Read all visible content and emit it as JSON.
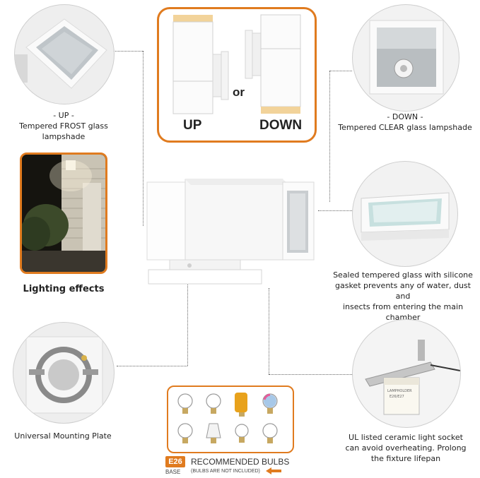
{
  "top_box": {
    "up_label": "UP",
    "or_label": "or",
    "down_label": "DOWN"
  },
  "up_feature": {
    "line1": "- UP -",
    "line2": "Tempered FROST glass lampshade"
  },
  "down_feature": {
    "line1": "- DOWN -",
    "line2": "Tempered CLEAR glass lampshade"
  },
  "lighting": {
    "label": "Lighting effects"
  },
  "gasket": {
    "line1": "Sealed tempered glass with silicone",
    "line2": "gasket prevents any of water, dust and",
    "line3": "insects from entering the main chamber"
  },
  "mounting": {
    "label": "Universal Mounting Plate"
  },
  "socket": {
    "line1": "UL listed ceramic light socket",
    "line2": "can avoid overheating. Prolong",
    "line3": "the fixture lifepan",
    "socket_print1": "LAMPHOLDER",
    "socket_print2": "E26/E27"
  },
  "bulbs": {
    "badge": "E26",
    "base": "BASE",
    "title": "RECOMMENDED BULBS",
    "note": "(BULBS ARE NOT INCLUDED)"
  },
  "colors": {
    "accent": "#e07b1f"
  }
}
